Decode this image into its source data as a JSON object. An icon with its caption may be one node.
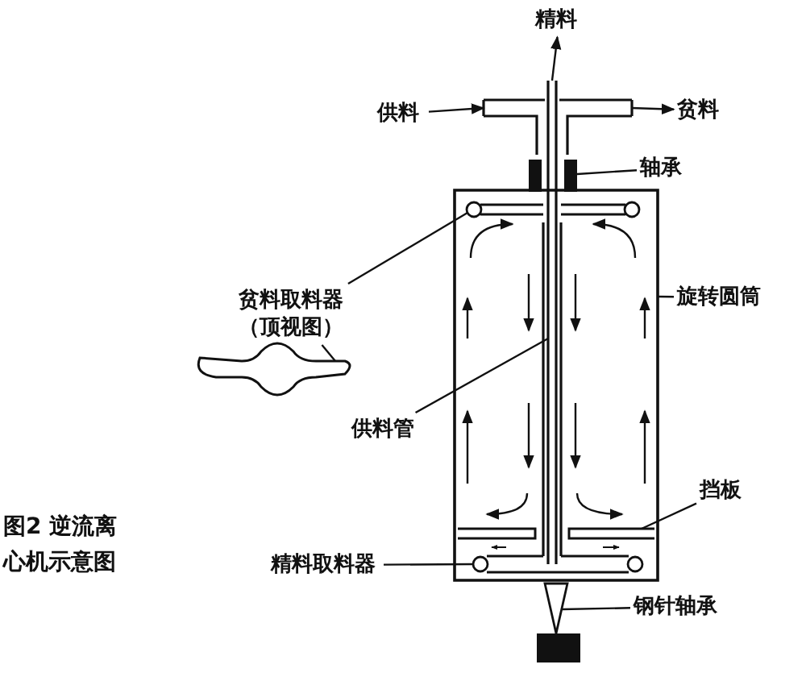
{
  "diagram": {
    "caption": "图2 逆流离心机示意图",
    "nodes": [
      {
        "text": [
          "精料"
        ]
      },
      {
        "text": [
          "供料"
        ]
      },
      {
        "text": [
          "贫料"
        ]
      },
      {
        "text": [
          "轴承"
        ]
      },
      {
        "text": [
          "贫料取料器（顶视图）"
        ]
      },
      {
        "text": [
          "旋转圆筒"
        ]
      },
      {
        "text": [
          "供料管"
        ]
      },
      {
        "text": [
          "挡板"
        ]
      },
      {
        "text": [
          "精料取料器"
        ]
      },
      {
        "text": [
          "钢针轴承"
        ]
      },
      {
        "text": [],
        "shape": "box"
      },
      {
        "text": [],
        "shape": "cylinder"
      },
      {
        "text": [],
        "shape": "circle",
        "in": 11
      },
      {
        "text": [],
        "shape": "picture"
      },
      {
        "text": [],
        "shape": "pipe"
      },
      {
        "text": [],
        "shape": "bar",
        "in": 11
      },
      {
        "text": [],
        "shape": "circle",
        "in": 11
      },
      {
        "text": [],
        "shape": "triangle"
      },
      {
        "text": [],
        "shape": "pipe"
      },
      {
        "text": [],
        "shape": "pipe"
      }
    ],
    "edges": [
      {
        "from": 14,
        "to": 0,
        "arrow": "to"
      },
      {
        "from": 1,
        "to": 18,
        "arrow": "to"
      },
      {
        "from": 19,
        "to": 2,
        "arrow": "to"
      },
      {
        "from": 3,
        "to": 10,
        "arrow": "none"
      },
      {
        "from": 4,
        "to": 12,
        "arrow": "none"
      },
      {
        "from": 4,
        "to": 13,
        "arrow": "none"
      },
      {
        "from": 5,
        "to": 11,
        "arrow": "none"
      },
      {
        "from": 6,
        "to": 14,
        "arrow": "none"
      },
      {
        "from": 7,
        "to": 15,
        "arrow": "none"
      },
      {
        "from": 8,
        "to": 16,
        "arrow": "none"
      },
      {
        "from": 9,
        "to": 17,
        "arrow": "none"
      }
    ]
  }
}
